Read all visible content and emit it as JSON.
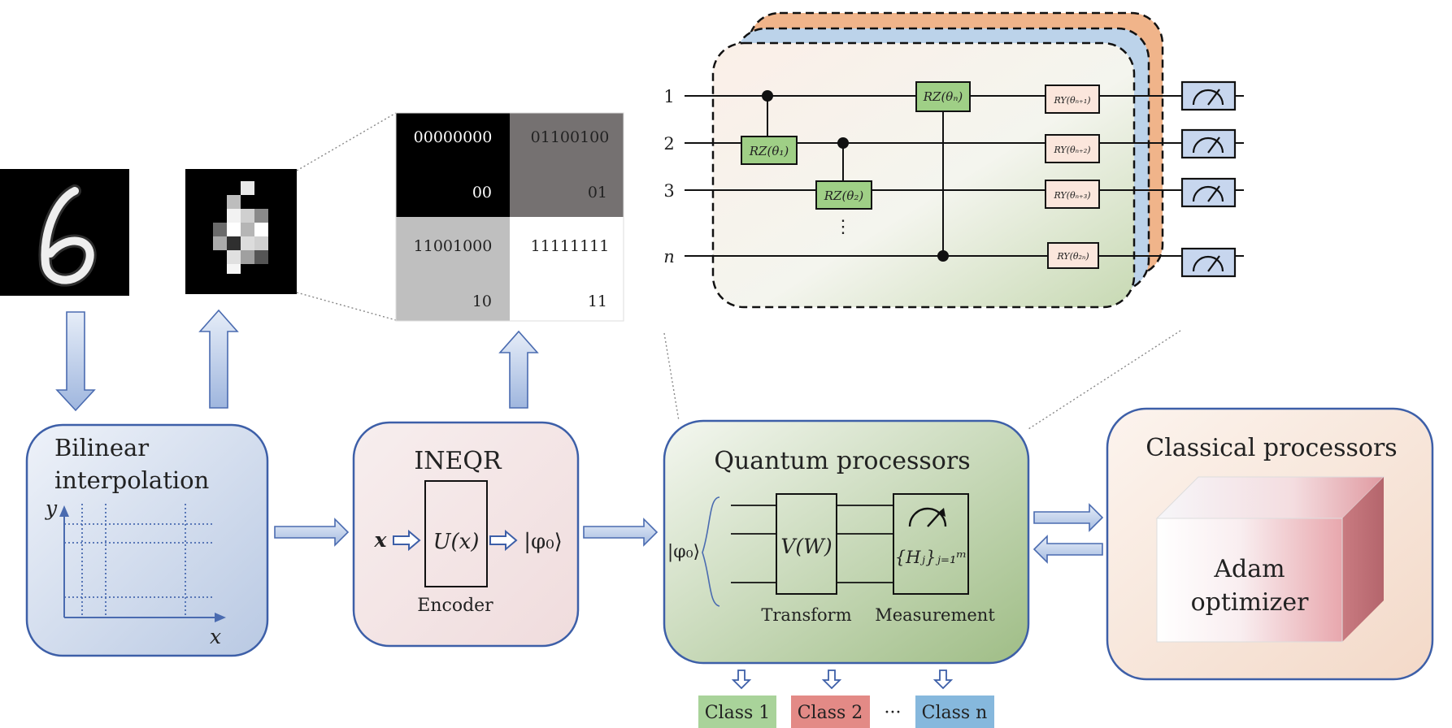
{
  "pipeline": {
    "bilinear": {
      "title_line1": "Bilinear",
      "title_line2": "interpolation",
      "axis_y": "y",
      "axis_x": "x"
    },
    "ineqr": {
      "title": "INEQR",
      "input": "x",
      "operator": "U(x)",
      "output": "|φ₀⟩",
      "label": "Encoder"
    },
    "quantum": {
      "title": "Quantum processors",
      "input_state": "|φ₀⟩",
      "transform_op": "V(W)",
      "measure_op": "{Hⱼ}ⱼ₌₁ᵐ",
      "transform_label": "Transform",
      "measure_label": "Measurement"
    },
    "classical": {
      "title": "Classical processors",
      "optimizer_line1": "Adam",
      "optimizer_line2": "optimizer"
    }
  },
  "classes": [
    {
      "label": "Class 1",
      "color": "#a9d39a"
    },
    {
      "label": "Class 2",
      "color": "#e38a86"
    },
    {
      "label": "Class n",
      "color": "#86b8dd"
    }
  ],
  "class_ellipsis": "···",
  "pixel_grid": [
    {
      "bits": "00000000",
      "pos": "00",
      "fill": "#000000",
      "text_color": "#ffffff"
    },
    {
      "bits": "01100100",
      "pos": "01",
      "fill": "#757171",
      "text_color": "#222222"
    },
    {
      "bits": "11001000",
      "pos": "10",
      "fill": "#bfbfbf",
      "text_color": "#222222"
    },
    {
      "bits": "11111111",
      "pos": "11",
      "fill": "#ffffff",
      "text_color": "#222222"
    }
  ],
  "circuit": {
    "qubit_labels": [
      "1",
      "2",
      "3",
      "n"
    ],
    "gates": {
      "rz1": "RZ(θ₁)",
      "rz2": "RZ(θ₂)",
      "rzn": "RZ(θₙ)",
      "ry1": "RY(θₙ₊₁)",
      "ry2": "RY(θₙ₊₂)",
      "ry3": "RY(θₙ₊₃)",
      "ry4": "RY(θ₂ₙ)"
    },
    "vdots": "⋮"
  },
  "colors": {
    "box_blue": "#c5d3e8",
    "box_pink": "#f2dfe0",
    "box_green": "#a9c494",
    "box_peach": "#f6e0d2",
    "border_blue": "#3d5fa8",
    "arrow_fill": "#b3c7e6",
    "rz_gate": "#9fcf86",
    "ry_gate": "#fbe6dc",
    "meas_gate": "#c7d6ee",
    "layer_orange": "#f0b48a",
    "layer_blue": "#bcd3ea"
  }
}
